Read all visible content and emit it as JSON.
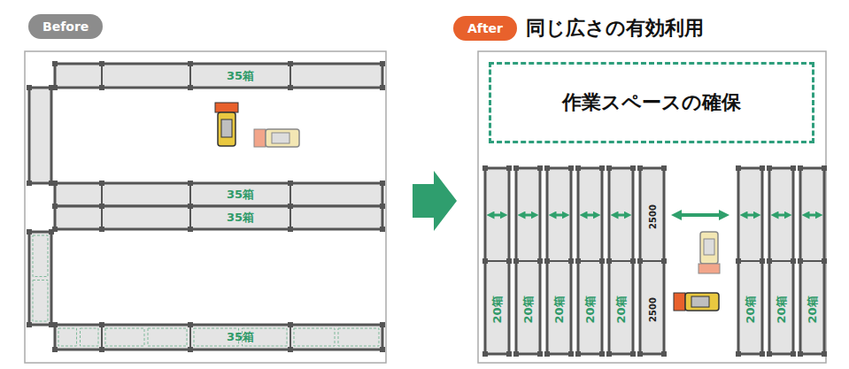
{
  "diagram": {
    "title": "同じ広さの有効利用",
    "nodes": [
      {
        "text": [
          "Before"
        ]
      },
      {
        "text": [
          "35箱"
        ]
      },
      {
        "text": [
          "35箱"
        ]
      },
      {
        "text": [
          "35箱"
        ]
      },
      {
        "text": [
          "35箱"
        ]
      },
      {
        "text": [
          "After"
        ]
      },
      {
        "text": [
          "作業スペースの確保"
        ]
      },
      {
        "text": [
          "20箱"
        ]
      },
      {
        "text": [
          "20箱"
        ]
      },
      {
        "text": [
          "20箱"
        ]
      },
      {
        "text": [
          "20箱"
        ]
      },
      {
        "text": [
          "20箱"
        ]
      },
      {
        "text": [
          "2500",
          "2500"
        ]
      },
      {
        "text": [
          "20箱"
        ]
      },
      {
        "text": [
          "20箱"
        ]
      },
      {
        "text": [
          "20箱"
        ]
      }
    ]
  }
}
